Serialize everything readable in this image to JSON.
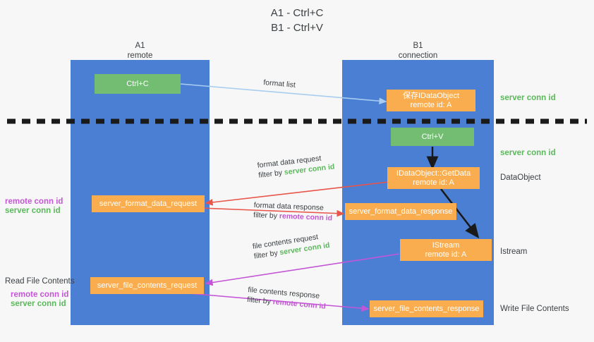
{
  "title": {
    "line1": "A1 - Ctrl+C",
    "line2": "B1 - Ctrl+V"
  },
  "columns": [
    {
      "name": "A1",
      "role": "remote"
    },
    {
      "name": "B1",
      "role": "connection"
    }
  ],
  "colors": {
    "lifeline": "#4a7fd4",
    "orange_node": "#f9ad4e",
    "green_node": "#72bd72",
    "server_conn_id": "#5cb85c",
    "remote_conn_id": "#c455d6",
    "arrow_format_list": "#a8cdf0",
    "arrow_format_data": "#e8554a",
    "arrow_file_contents": "#c455d6",
    "arrow_black": "#1a1a1a",
    "divider": "#1a1a1a",
    "background": "#f7f7f7",
    "text": "#3c4043"
  },
  "nodes": {
    "ctrl_c": {
      "label": "Ctrl+C"
    },
    "ctrl_v": {
      "label": "Ctrl+V"
    },
    "idataobject": {
      "line1": "保存IDataObject",
      "line2": "remote id: A"
    },
    "getdata": {
      "line1": "IDataObject::GetData",
      "line2": "remote id: A"
    },
    "istream": {
      "line1": "IStream",
      "line2": "remote id: A"
    },
    "fmt_req": {
      "label": "server_format_data_request"
    },
    "fmt_resp": {
      "label": "server_format_data_response"
    },
    "file_req": {
      "label": "server_file_contents_request"
    },
    "file_resp": {
      "label": "server_file_contents_response"
    }
  },
  "right_labels": {
    "server_conn_id_top": "server conn id",
    "server_conn_id_mid": "server conn id",
    "dataobject": "DataObject",
    "istream": "Istream",
    "write_file_contents": "Write File Contents"
  },
  "left_labels": {
    "fmt_remote_conn_id": "remote conn id",
    "fmt_server_conn_id": "server conn id",
    "read_file_contents": "Read File Contents",
    "file_remote_conn_id": "remote conn id",
    "file_server_conn_id": "server conn id"
  },
  "messages": {
    "format_list": {
      "text": "format list"
    },
    "format_data_request": {
      "line1": "format data request",
      "line2_prefix": "filter by ",
      "line2_emph": "server conn id"
    },
    "format_data_response": {
      "line1": "format data response",
      "line2_prefix": "filter by ",
      "line2_emph": "remote conn id"
    },
    "file_contents_request": {
      "line1": "file contents request",
      "line2_prefix": "filter by ",
      "line2_emph": "server conn id"
    },
    "file_contents_response": {
      "line1": "file contents response",
      "line2_prefix": "filter by ",
      "line2_emph": "remote conn id"
    }
  }
}
